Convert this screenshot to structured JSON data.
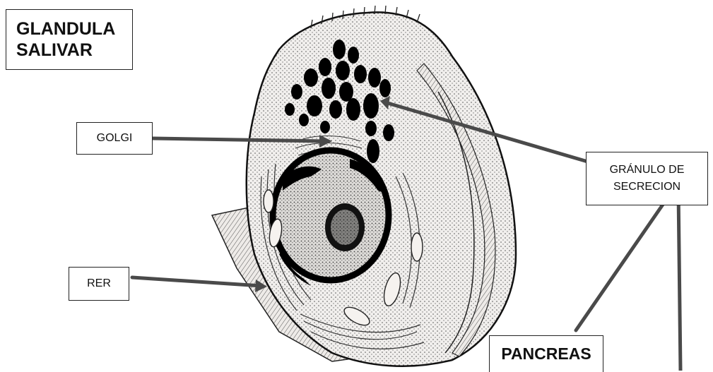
{
  "title_lines": [
    "GLANDULA",
    "SALIVAR"
  ],
  "labels": {
    "golgi": "GOLGI",
    "rer": "RER",
    "granule_lines": [
      "GRÁNULO DE",
      "SECRECION"
    ],
    "pancreas": "PANCREAS"
  },
  "colors": {
    "arrow": "#4a4a4a",
    "ink": "#111111",
    "cytoplasm": "#ece8e4",
    "nucleus_plasm": "#d8d6d4"
  }
}
